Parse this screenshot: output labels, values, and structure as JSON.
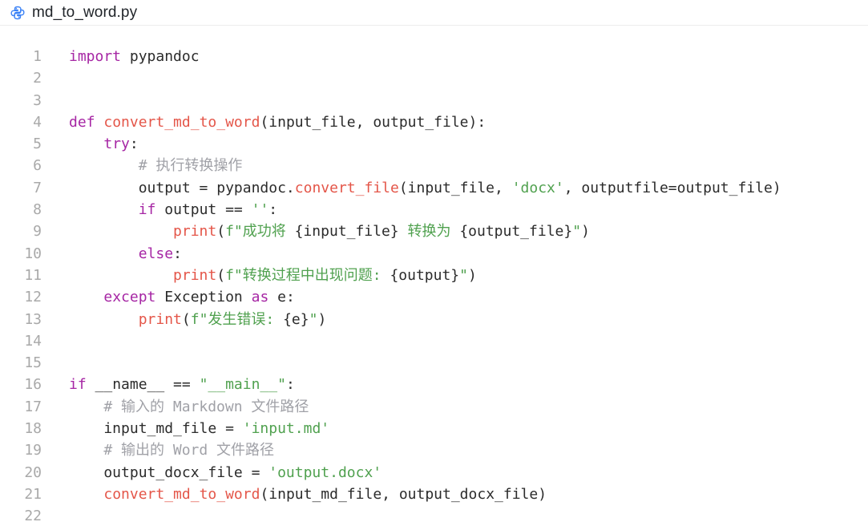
{
  "file": {
    "name": "md_to_word.py",
    "icon": "python-icon"
  },
  "lines": [
    {
      "number": "1",
      "tokens": [
        {
          "text": "import",
          "type": "keyword"
        },
        {
          "text": " pypandoc",
          "type": "plain"
        }
      ]
    },
    {
      "number": "2",
      "tokens": []
    },
    {
      "number": "3",
      "tokens": []
    },
    {
      "number": "4",
      "tokens": [
        {
          "text": "def",
          "type": "keyword"
        },
        {
          "text": " ",
          "type": "plain"
        },
        {
          "text": "convert_md_to_word",
          "type": "function"
        },
        {
          "text": "(input_file, output_file):",
          "type": "plain"
        }
      ]
    },
    {
      "number": "5",
      "tokens": [
        {
          "text": "    ",
          "type": "plain"
        },
        {
          "text": "try",
          "type": "keyword"
        },
        {
          "text": ":",
          "type": "plain"
        }
      ]
    },
    {
      "number": "6",
      "tokens": [
        {
          "text": "        ",
          "type": "plain"
        },
        {
          "text": "# 执行转换操作",
          "type": "comment"
        }
      ]
    },
    {
      "number": "7",
      "tokens": [
        {
          "text": "        output = pypandoc.",
          "type": "plain"
        },
        {
          "text": "convert_file",
          "type": "function"
        },
        {
          "text": "(input_file, ",
          "type": "plain"
        },
        {
          "text": "'docx'",
          "type": "string"
        },
        {
          "text": ", outputfile=output_file)",
          "type": "plain"
        }
      ]
    },
    {
      "number": "8",
      "tokens": [
        {
          "text": "        ",
          "type": "plain"
        },
        {
          "text": "if",
          "type": "keyword"
        },
        {
          "text": " output == ",
          "type": "plain"
        },
        {
          "text": "''",
          "type": "string"
        },
        {
          "text": ":",
          "type": "plain"
        }
      ]
    },
    {
      "number": "9",
      "tokens": [
        {
          "text": "            ",
          "type": "plain"
        },
        {
          "text": "print",
          "type": "function"
        },
        {
          "text": "(",
          "type": "plain"
        },
        {
          "text": "f\"成功将 ",
          "type": "string"
        },
        {
          "text": "{input_file}",
          "type": "plain"
        },
        {
          "text": " 转换为 ",
          "type": "string"
        },
        {
          "text": "{output_file}",
          "type": "plain"
        },
        {
          "text": "\"",
          "type": "string"
        },
        {
          "text": ")",
          "type": "plain"
        }
      ]
    },
    {
      "number": "10",
      "tokens": [
        {
          "text": "        ",
          "type": "plain"
        },
        {
          "text": "else",
          "type": "keyword"
        },
        {
          "text": ":",
          "type": "plain"
        }
      ]
    },
    {
      "number": "11",
      "tokens": [
        {
          "text": "            ",
          "type": "plain"
        },
        {
          "text": "print",
          "type": "function"
        },
        {
          "text": "(",
          "type": "plain"
        },
        {
          "text": "f\"转换过程中出现问题: ",
          "type": "string"
        },
        {
          "text": "{output}",
          "type": "plain"
        },
        {
          "text": "\"",
          "type": "string"
        },
        {
          "text": ")",
          "type": "plain"
        }
      ]
    },
    {
      "number": "12",
      "tokens": [
        {
          "text": "    ",
          "type": "plain"
        },
        {
          "text": "except",
          "type": "keyword"
        },
        {
          "text": " Exception ",
          "type": "plain"
        },
        {
          "text": "as",
          "type": "keyword"
        },
        {
          "text": " e:",
          "type": "plain"
        }
      ]
    },
    {
      "number": "13",
      "tokens": [
        {
          "text": "        ",
          "type": "plain"
        },
        {
          "text": "print",
          "type": "function"
        },
        {
          "text": "(",
          "type": "plain"
        },
        {
          "text": "f\"发生错误: ",
          "type": "string"
        },
        {
          "text": "{e}",
          "type": "plain"
        },
        {
          "text": "\"",
          "type": "string"
        },
        {
          "text": ")",
          "type": "plain"
        }
      ]
    },
    {
      "number": "14",
      "tokens": []
    },
    {
      "number": "15",
      "tokens": []
    },
    {
      "number": "16",
      "tokens": [
        {
          "text": "if",
          "type": "keyword"
        },
        {
          "text": " __name__ == ",
          "type": "plain"
        },
        {
          "text": "\"__main__\"",
          "type": "string"
        },
        {
          "text": ":",
          "type": "plain"
        }
      ]
    },
    {
      "number": "17",
      "tokens": [
        {
          "text": "    ",
          "type": "plain"
        },
        {
          "text": "# 输入的 Markdown 文件路径",
          "type": "comment"
        }
      ]
    },
    {
      "number": "18",
      "tokens": [
        {
          "text": "    input_md_file = ",
          "type": "plain"
        },
        {
          "text": "'input.md'",
          "type": "string"
        }
      ]
    },
    {
      "number": "19",
      "tokens": [
        {
          "text": "    ",
          "type": "plain"
        },
        {
          "text": "# 输出的 Word 文件路径",
          "type": "comment"
        }
      ]
    },
    {
      "number": "20",
      "tokens": [
        {
          "text": "    output_docx_file = ",
          "type": "plain"
        },
        {
          "text": "'output.docx'",
          "type": "string"
        }
      ]
    },
    {
      "number": "21",
      "tokens": [
        {
          "text": "    ",
          "type": "plain"
        },
        {
          "text": "convert_md_to_word",
          "type": "function"
        },
        {
          "text": "(input_md_file, output_docx_file)",
          "type": "plain"
        }
      ]
    },
    {
      "number": "22",
      "tokens": []
    }
  ],
  "colors": {
    "keyword": "#a626a4",
    "function": "#e45649",
    "string": "#50a14f",
    "comment": "#a0a1a7",
    "plain": "#2b2b2b",
    "line_number": "#a9a9a9",
    "icon": "#3b82f6"
  }
}
